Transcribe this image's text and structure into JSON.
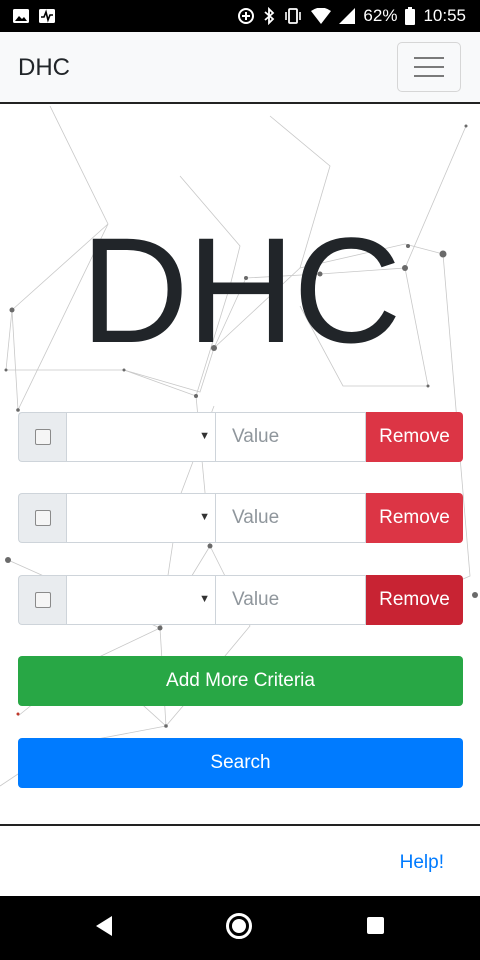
{
  "status_bar": {
    "battery_percent": "62%",
    "time": "10:55",
    "icons": [
      "image-icon",
      "pulse-icon",
      "data-saver-icon",
      "bluetooth-icon",
      "vibrate-icon",
      "wifi-icon",
      "signal-icon",
      "battery-icon"
    ]
  },
  "app_bar": {
    "brand": "DHC",
    "menu_icon": "hamburger-icon"
  },
  "main": {
    "hero_title": "DHC",
    "criteria_rows": [
      {
        "value_placeholder": "Value",
        "remove_label": "Remove",
        "checked": false,
        "selected_option": ""
      },
      {
        "value_placeholder": "Value",
        "remove_label": "Remove",
        "checked": false,
        "selected_option": ""
      },
      {
        "value_placeholder": "Value",
        "remove_label": "Remove",
        "checked": false,
        "selected_option": ""
      }
    ],
    "add_button_label": "Add More Criteria",
    "search_button_label": "Search"
  },
  "footer": {
    "help_link": "Help!"
  },
  "colors": {
    "danger": "#dc3545",
    "success": "#28a745",
    "primary": "#007bff",
    "navbar_bg": "#f8f9fa"
  }
}
